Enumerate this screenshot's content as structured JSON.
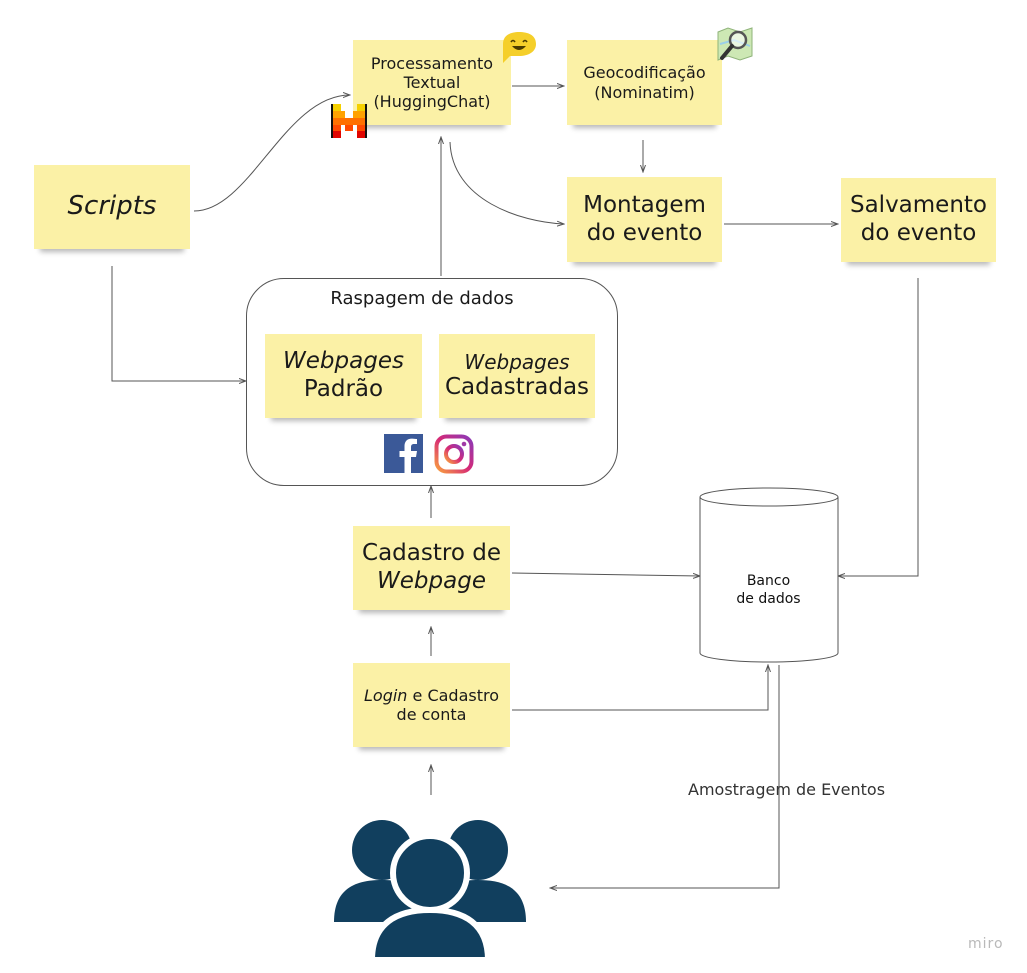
{
  "nodes": {
    "processamento": {
      "line1": "Processamento",
      "line2": "Textual",
      "line3": "(HuggingChat)"
    },
    "geocodificacao": {
      "line1": "Geocodificação",
      "line2": "(Nominatim)"
    },
    "scripts": {
      "label": "Scripts"
    },
    "montagem": {
      "line1": "Montagem",
      "line2": "do evento"
    },
    "salvamento": {
      "line1": "Salvamento",
      "line2": "do evento"
    },
    "raspagem": {
      "title": "Raspagem de dados",
      "padrao": {
        "line1": "Webpages",
        "line2": "Padrão"
      },
      "cadastradas": {
        "line1": "Webpages",
        "line2": "Cadastradas"
      }
    },
    "cadastro_webpage": {
      "line1": "Cadastro de",
      "line2": "Webpage"
    },
    "login": {
      "login_word": "Login",
      "rest": " e Cadastro",
      "line2": "de conta"
    },
    "banco": {
      "line1": "Banco",
      "line2": "de dados"
    }
  },
  "edge_labels": {
    "amostragem": "Amostragem de Eventos"
  },
  "watermark": "miro",
  "icons": [
    "hugging-face-emoji-icon",
    "mistral-logo-icon",
    "openstreetmap-search-icon",
    "facebook-icon",
    "instagram-icon",
    "users-group-icon",
    "database-cylinder-icon"
  ],
  "colors": {
    "sticky_note": "#fbf1a6",
    "users": "#113f5e",
    "facebook": "#3b5998",
    "instagram_start": "#f9a03f",
    "instagram_end": "#8a3ab9"
  }
}
